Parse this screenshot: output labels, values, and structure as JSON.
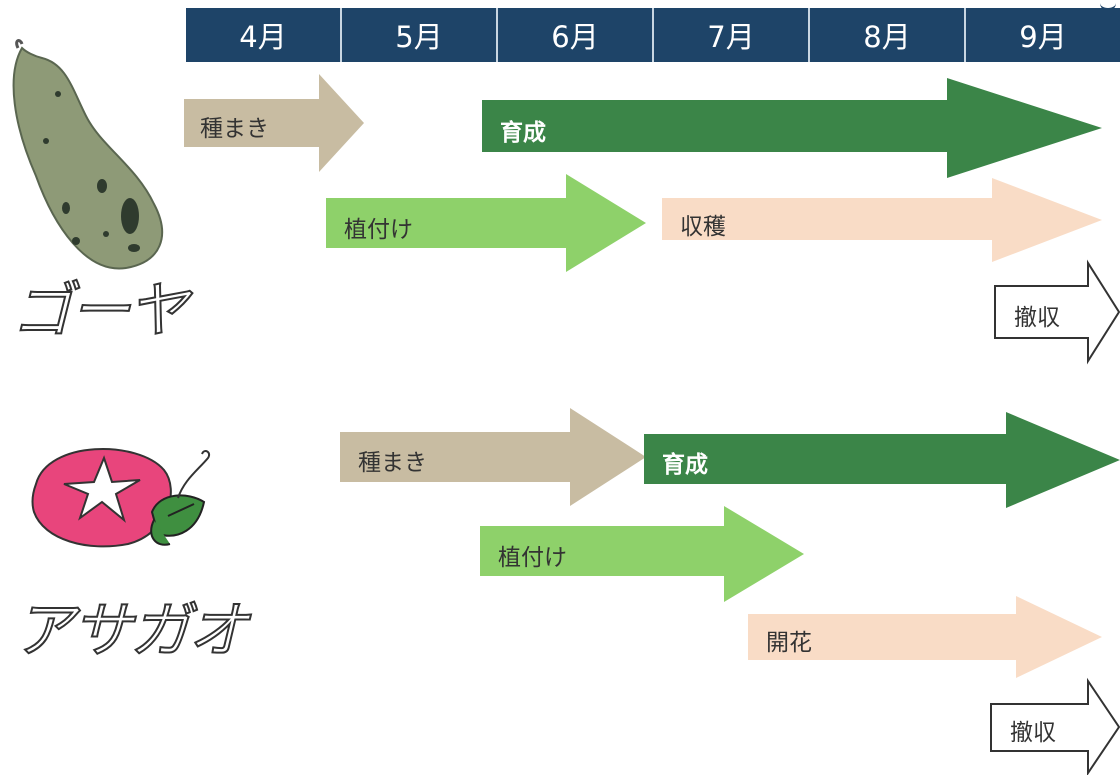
{
  "months": [
    "4月",
    "5月",
    "6月",
    "7月",
    "8月",
    "9月"
  ],
  "plants": [
    {
      "name": "ゴーヤ",
      "tasks": [
        {
          "label": "種まき",
          "color": "#c8bca2"
        },
        {
          "label": "育成",
          "color": "#3b8548"
        },
        {
          "label": "植付け",
          "color": "#8ed16a"
        },
        {
          "label": "収穫",
          "color": "#f9dcc6"
        },
        {
          "label": "撤収",
          "color": "#ffffff"
        }
      ]
    },
    {
      "name": "アサガオ",
      "tasks": [
        {
          "label": "種まき",
          "color": "#c8bca2"
        },
        {
          "label": "育成",
          "color": "#3b8548"
        },
        {
          "label": "植付け",
          "color": "#8ed16a"
        },
        {
          "label": "開花",
          "color": "#f9dcc6"
        },
        {
          "label": "撤収",
          "color": "#ffffff"
        }
      ]
    }
  ]
}
